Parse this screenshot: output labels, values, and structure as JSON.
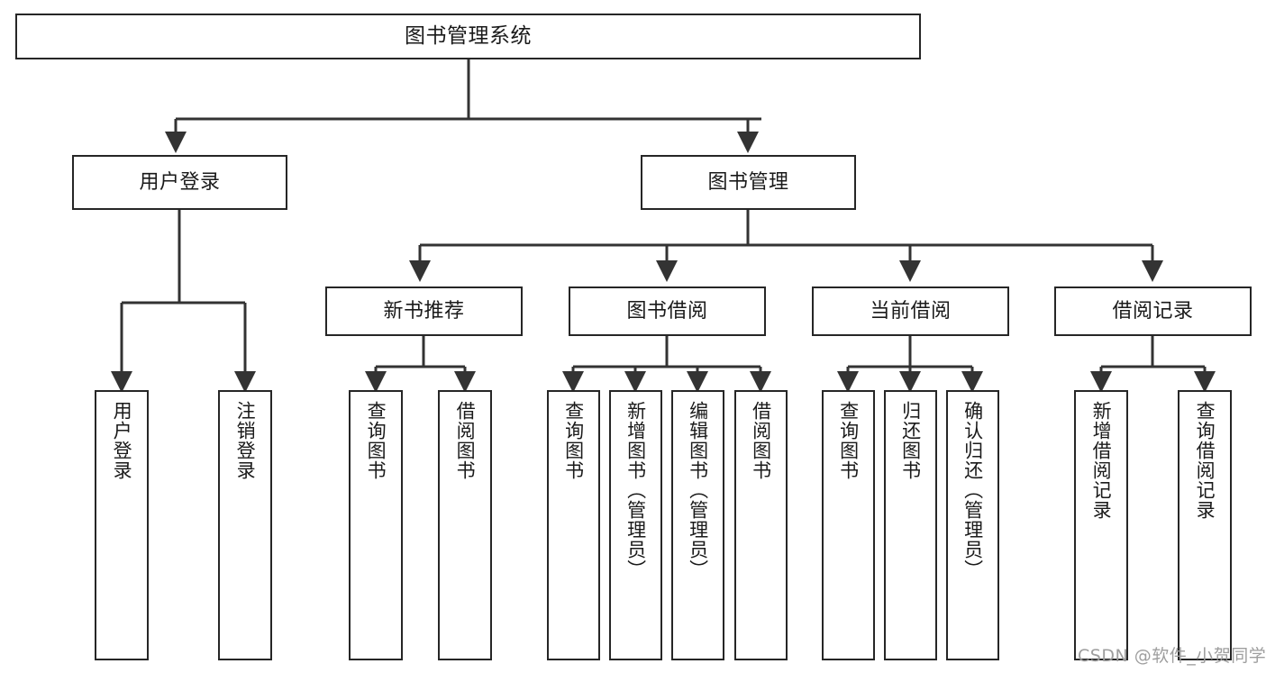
{
  "diagram": {
    "title": "图书管理系统",
    "type": "tree-hierarchy-diagram",
    "colors": {
      "background": "#ffffff",
      "box_border": "#262626",
      "box_fill": "#ffffff",
      "text": "#1a1a1a",
      "connector": "#262626",
      "watermark": "#9e9e9e"
    },
    "root": {
      "label": "图书管理系统"
    },
    "level2": [
      {
        "label": "用户登录"
      },
      {
        "label": "图书管理"
      }
    ],
    "level3": [
      {
        "label": "新书推荐"
      },
      {
        "label": "图书借阅"
      },
      {
        "label": "当前借阅"
      },
      {
        "label": "借阅记录"
      }
    ],
    "leaves": {
      "user_login": [
        {
          "label": "用户登录"
        },
        {
          "label": "注销登录"
        }
      ],
      "new_book_recommend": [
        {
          "label": "查询图书"
        },
        {
          "label": "借阅图书"
        }
      ],
      "book_borrow": [
        {
          "label": "查询图书"
        },
        {
          "label": "新增图书（管理员）"
        },
        {
          "label": "编辑图书（管理员）"
        },
        {
          "label": "借阅图书"
        }
      ],
      "current_borrow": [
        {
          "label": "查询图书"
        },
        {
          "label": "归还图书"
        },
        {
          "label": "确认归还（管理员）"
        }
      ],
      "borrow_record": [
        {
          "label": "新增借阅记录"
        },
        {
          "label": "查询借阅记录"
        }
      ]
    },
    "watermark": "CSDN @软件_小贺同学"
  }
}
